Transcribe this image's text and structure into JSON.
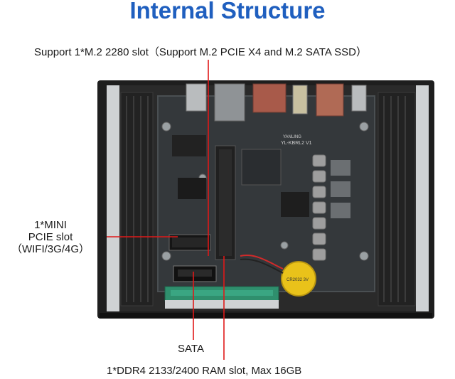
{
  "title": "Internal Structure",
  "callouts": {
    "m2": "Support 1*M.2 2280 slot（Support M.2 PCIE X4 and M.2 SATA SSD）",
    "mini_pcie_line1": "1*MINI",
    "mini_pcie_line2": "PCIE slot",
    "mini_pcie_line3": "（WIFI/3G/4G）",
    "sata": "SATA",
    "ddr4": "1*DDR4 2133/2400 RAM slot, Max 16GB"
  },
  "board_text": {
    "model": "YL-KBRL2 V1",
    "brand": "YANLING",
    "battery": "CR2032 3V"
  },
  "colors": {
    "title": "#1f5fbf",
    "callout_line": "#e01919",
    "chassis": "#2b2b2b",
    "pcb": "#33373a",
    "battery": "#e9c21a",
    "slot_green": "#2f8f6d"
  }
}
